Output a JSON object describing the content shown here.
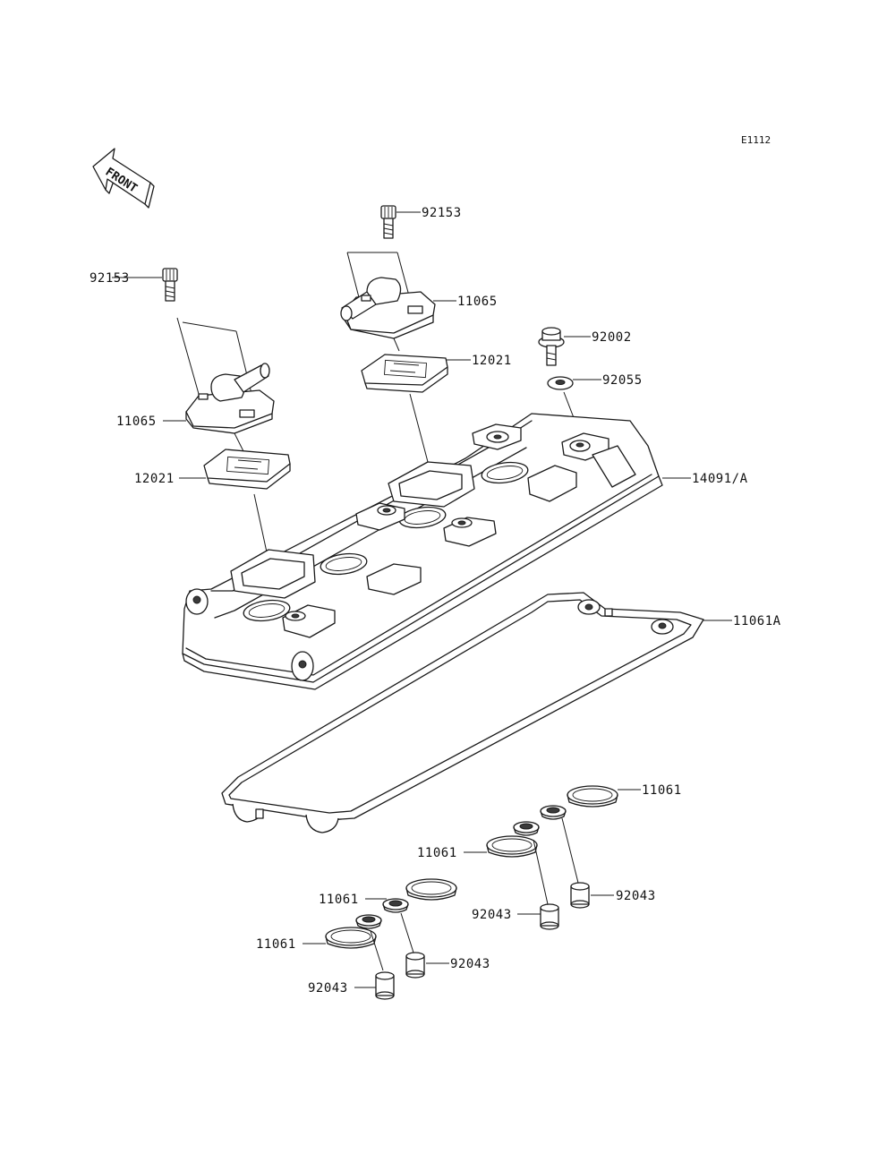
{
  "diagram_code": "E1112",
  "front_marker": {
    "label": "FRONT",
    "icon": "front-arrow-icon"
  },
  "labels": {
    "bolt_left": "92153",
    "bolt_center": "92153",
    "cap_left": "11065",
    "cap_center": "11065",
    "plate_left": "12021",
    "plate_center": "12021",
    "bolt_right": "92002",
    "washer_right": "92055",
    "head_cover": "14091/A",
    "cover_gasket": "11061A",
    "ring_r_top": "11061",
    "ring_r_mid": "11061",
    "ring_l_mid": "11061",
    "ring_l_low": "11061",
    "dowel_r_mid": "92043",
    "dowel_r_right": "92043",
    "dowel_l_mid": "92043",
    "dowel_l_low": "92043"
  }
}
